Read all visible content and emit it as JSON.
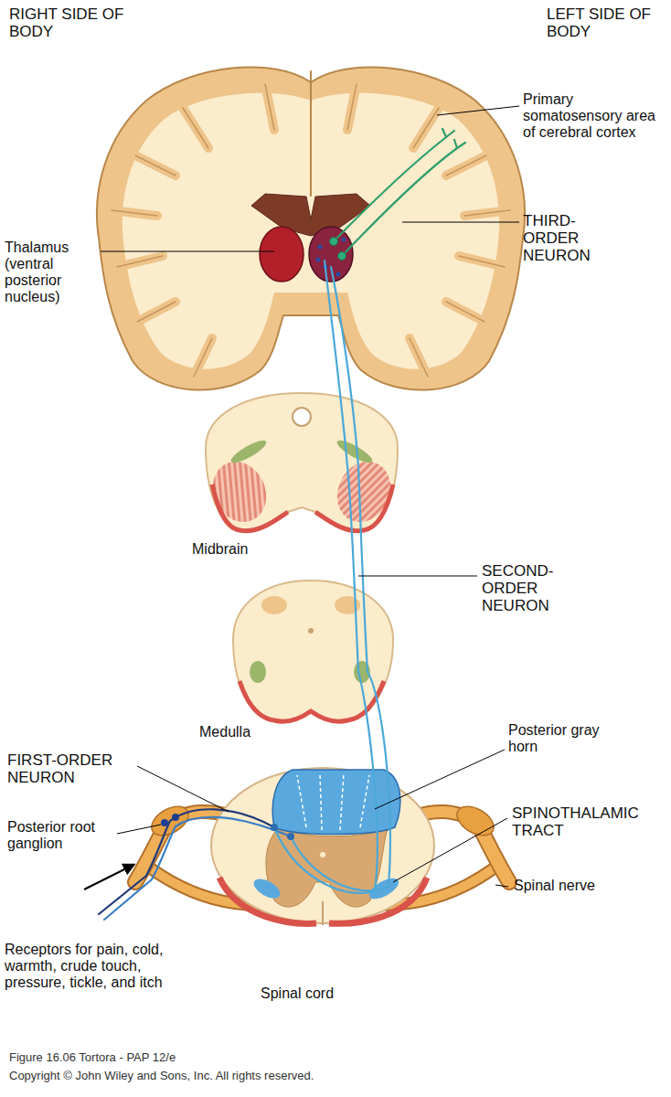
{
  "diagram": {
    "caption": "Figure 16.06 Tortora - PAP 12/e",
    "labels": [
      "RIGHT SIDE OF BODY",
      "LEFT SIDE OF BODY",
      "Primary somatosensory area of cerebral cortex",
      "THIRD-ORDER NEURON",
      "Thalamus (ventral posterior nucleus)",
      "Midbrain",
      "SECOND-ORDER NEURON",
      "Medulla",
      "Posterior gray horn",
      "FIRST-ORDER NEURON",
      "Posterior root ganglion",
      "SPINOTHALAMIC TRACT",
      "Spinal nerve",
      "Receptors for pain, cold, warmth, crude touch, pressure, tickle, and itch",
      "Spinal cord",
      "Copyright © John Wiley and Sons, Inc. All rights reserved."
    ]
  }
}
